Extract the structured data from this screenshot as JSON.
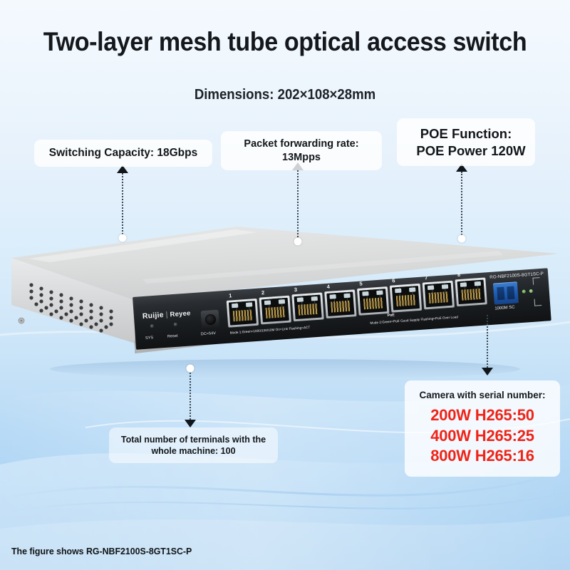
{
  "header": {
    "title": "Two-layer mesh tube optical access switch",
    "subtitle": "Dimensions: 202×108×28mm"
  },
  "callouts": [
    {
      "id": "switching",
      "text": "Switching Capacity: 18Gbps"
    },
    {
      "id": "packet",
      "text": "Packet forwarding rate: 13Mpps"
    },
    {
      "id": "poe_line1",
      "text": "POE Function:"
    },
    {
      "id": "poe_line2",
      "text": "POE Power 120W"
    },
    {
      "id": "terminals",
      "text": "Total number of terminals with the whole machine: 100"
    }
  ],
  "camera_callout": {
    "heading": "Camera with serial number:",
    "rows": [
      "200W H265:50",
      "400W H265:25",
      "800W H265:16"
    ],
    "value_color": "#ef2418"
  },
  "footer": {
    "text": "The figure shows RG-NBF2100S-8GT1SC-P"
  },
  "device": {
    "brand": "Ruijie",
    "sub_brand": "Reyee",
    "brand_separator": "|",
    "model_label": "RG-NBF2100S-8GT1SC-P",
    "indicators": [
      {
        "label": "SYS"
      },
      {
        "label": "Reset"
      },
      {
        "label": "DC=54V"
      }
    ],
    "port_numbers": [
      "1",
      "2",
      "3",
      "4",
      "5",
      "6",
      "7",
      "8"
    ],
    "sfp_label": "1000M SC",
    "poe_tag": "PoE",
    "legend_mode1": "Mode 1:Green=1000/100/10M On=Link Flashing=ACT",
    "legend_mode2": "Mode 2:Green=PoE Good Supply Flashing=PoE Over Load",
    "chassis_color": "#d9dadb",
    "panel_color": "#1b1e21",
    "sc_port_color": "#1f5fb5"
  },
  "theme": {
    "background_top": "#f4f9fe",
    "background_bottom": "#a0ccf0",
    "text_dark": "#14181c",
    "callout_bg": "#ffffff"
  }
}
